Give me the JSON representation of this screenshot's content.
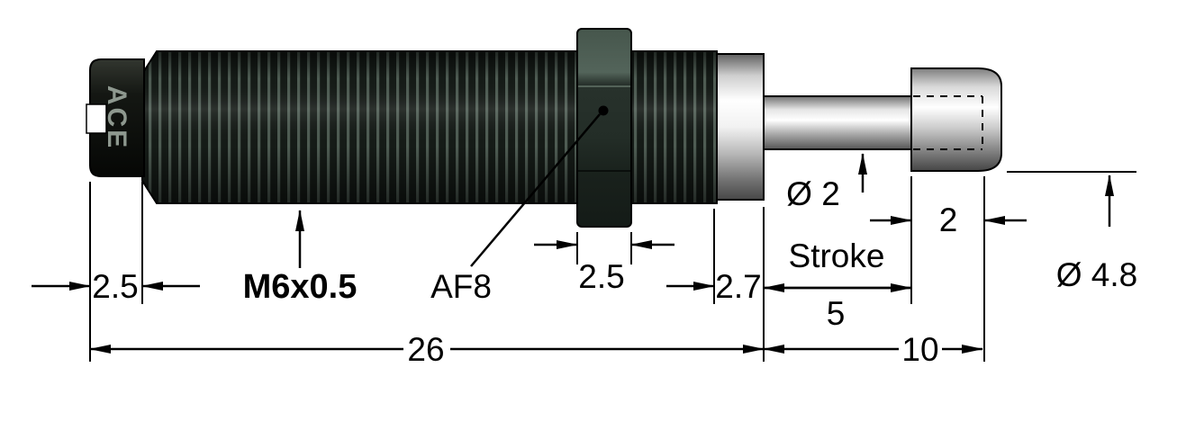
{
  "drawing": {
    "brand": "ACE",
    "dimensions": {
      "cap_width": "2.5",
      "thread_spec": "M6x0.5",
      "hex_label": "AF8",
      "hex_width": "2.5",
      "collar_width": "2.7",
      "rod_diameter": "Ø 2",
      "stroke_word": "Stroke",
      "stroke_value": "5",
      "insert_depth": "2",
      "button_diameter": "Ø 4.8",
      "body_length": "26",
      "rod_length": "10"
    },
    "colors": {
      "outline": "#000000",
      "thread_dark": "#151b17",
      "thread_light": "#4e5c53",
      "nut_face": "#28322c",
      "metal_bright": "#ffffff",
      "background": "#ffffff"
    }
  }
}
